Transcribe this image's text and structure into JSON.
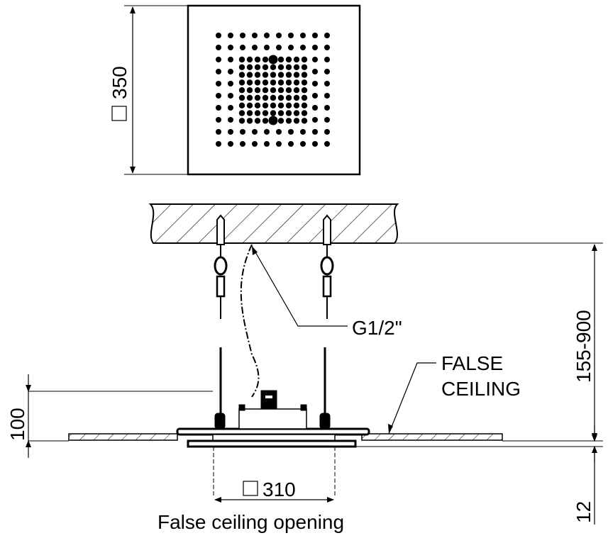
{
  "top_view": {
    "dimension_label": "350",
    "dimension_symbol": "square"
  },
  "side_view": {
    "connection_label": "G1/2\"",
    "false_ceiling_label_line1": "FALSE",
    "false_ceiling_label_line2": "CEILING",
    "height_range_label": "155-900",
    "body_height_label": "100",
    "plate_thickness_label": "12",
    "opening_dimension_label": "310",
    "opening_caption": "False ceiling opening"
  },
  "colors": {
    "ink": "#000000",
    "background": "#ffffff"
  }
}
